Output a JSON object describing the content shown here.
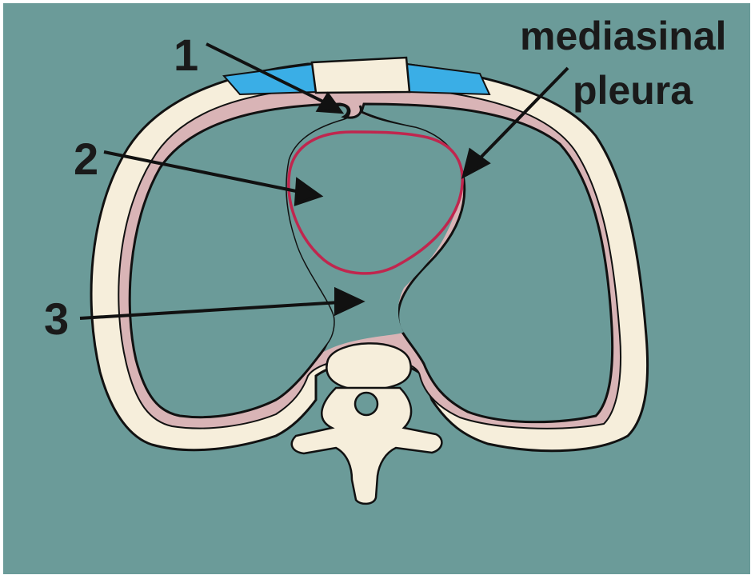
{
  "diagram": {
    "labels": {
      "one": "1",
      "two": "2",
      "three": "3",
      "mediastinal_line1": "mediasinal",
      "mediastinal_line2": "pleura"
    },
    "colors": {
      "background": "#6b9b99",
      "bone": "#f6eedb",
      "pleura_pink": "#d9b4b6",
      "costal_cartilage_blue": "#3aaee6",
      "pericardium_red": "#c0264e",
      "outline": "#111111"
    }
  }
}
